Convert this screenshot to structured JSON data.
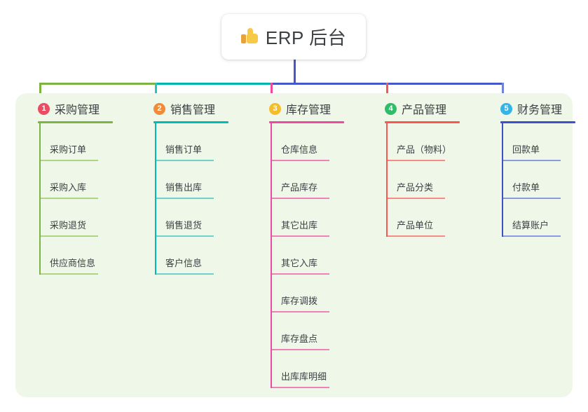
{
  "root": {
    "icon": "thumbs-up-icon",
    "emoji": "👍",
    "title": "ERP 后台"
  },
  "palette": {
    "panel_bg": "#eff7e9",
    "page_bg": "#ffffff",
    "text": "#3c4043"
  },
  "connectors": [
    {
      "name": "root-stem",
      "color": "#4558c9"
    },
    {
      "name": "trunk-segment-green",
      "color": "#7cb342"
    },
    {
      "name": "trunk-segment-teal",
      "color": "#00b5ad"
    },
    {
      "name": "trunk-segment-blue",
      "color": "#4558c9"
    }
  ],
  "branches": [
    {
      "number": "1",
      "title": "采购管理",
      "badge_color": "#ea4c63",
      "line_color": "#7cb342",
      "item_line_color": "#aed581",
      "drop_color": "#7cb342",
      "items": [
        "采购订单",
        "采购入库",
        "采购退货",
        "供应商信息"
      ]
    },
    {
      "number": "2",
      "title": "销售管理",
      "badge_color": "#f28b39",
      "line_color": "#00bcb4",
      "item_line_color": "#72cfcb",
      "drop_color": "#29c4bd",
      "items": [
        "销售订单",
        "销售出库",
        "销售退货",
        "客户信息"
      ]
    },
    {
      "number": "3",
      "title": "库存管理",
      "badge_color": "#f6bd2b",
      "line_color": "#ea4ba0",
      "item_line_color": "#ef81b9",
      "drop_color": "#ea4ba0",
      "items": [
        "仓库信息",
        "产品库存",
        "其它出库",
        "其它入库",
        "库存调拨",
        "库存盘点",
        "出库库明细"
      ]
    },
    {
      "number": "4",
      "title": "产品管理",
      "badge_color": "#2ebd6b",
      "line_color": "#f9574f",
      "item_line_color": "#f48b86",
      "drop_color": "#f9574f",
      "items": [
        "产品（物料）",
        "产品分类",
        "产品单位"
      ]
    },
    {
      "number": "5",
      "title": "财务管理",
      "badge_color": "#35b4e8",
      "line_color": "#3f51c8",
      "item_line_color": "#8a9ae0",
      "drop_color": "#6f83dc",
      "items": [
        "回款单",
        "付款单",
        "结算账户"
      ]
    }
  ]
}
